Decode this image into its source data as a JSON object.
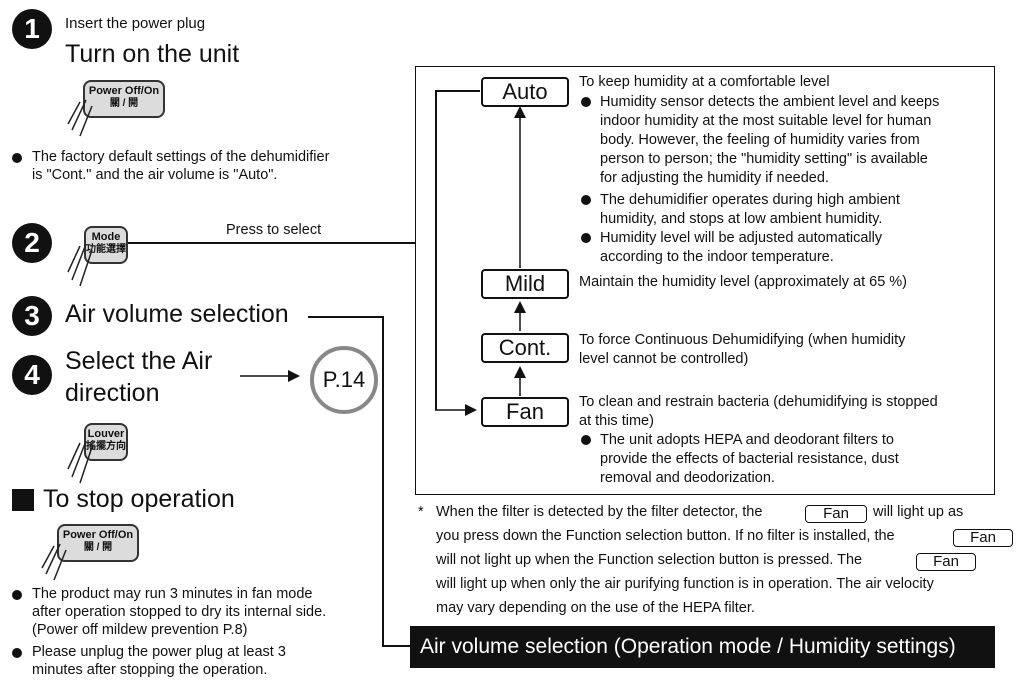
{
  "step1": {
    "num": "1",
    "small_text": "Insert the power plug",
    "title": "Turn on the unit",
    "button": {
      "line1": "Power Off/On",
      "line2": "關 / 開"
    },
    "bullet": [
      "The factory default settings of the dehumidifier",
      "is \"Cont.\" and the air volume is \"Auto\"."
    ]
  },
  "step2": {
    "num": "2",
    "button": {
      "line1": "Mode",
      "line2": "功能選擇"
    },
    "press_label": "Press to select"
  },
  "step3": {
    "num": "3",
    "title": "Air volume selection"
  },
  "step4": {
    "num": "4",
    "title_line1": "Select the Air",
    "title_line2": "direction",
    "page_ref": "P.14",
    "button": {
      "line1": "Louver",
      "line2": "搖擺方向"
    }
  },
  "stop": {
    "title": "To stop operation",
    "button": {
      "line1": "Power Off/On",
      "line2": "關 / 開"
    },
    "bullet1": [
      "The product may run 3 minutes in fan mode",
      "after operation stopped to dry its internal side.",
      "(Power off mildew prevention P.8)"
    ],
    "bullet2": [
      "Please unplug the power plug at least 3",
      "minutes after stopping the operation."
    ]
  },
  "modes": {
    "auto": {
      "label": "Auto",
      "intro": "To keep humidity at a comfortable level",
      "b1": [
        "Humidity sensor detects the ambient level and keeps",
        "indoor humidity at the most suitable level for human",
        "body. However, the feeling of humidity varies from",
        "person to person; the \"humidity setting\" is available",
        "for adjusting the humidity if needed."
      ],
      "b2": [
        "The dehumidifier operates during high ambient",
        "humidity, and stops at low ambient humidity."
      ],
      "b3": [
        "Humidity level will be adjusted automatically",
        "according to the indoor temperature."
      ]
    },
    "mild": {
      "label": "Mild",
      "desc": "Maintain the humidity level (approximately at 65 %)"
    },
    "cont": {
      "label": "Cont.",
      "desc": [
        "To force Continuous Dehumidifying (when humidity",
        "level cannot be controlled)"
      ]
    },
    "fan": {
      "label": "Fan",
      "desc": [
        "To clean and restrain bacteria (dehumidifying is stopped",
        "at this time)"
      ],
      "b1": [
        "The unit adopts HEPA and deodorant filters to",
        "provide the effects of bacterial resistance, dust",
        "removal and deodorization."
      ]
    }
  },
  "note": {
    "asterisk": "*",
    "l1a": "When the filter is detected by the filter detector, the",
    "l1b": "will light up as",
    "l2a": "you press down the Function selection button. If no filter is installed, the",
    "l3a": "will not light up when the Function selection button is pressed. The",
    "l4a": "will light up when only the air purifying function is in operation. The air velocity",
    "l5a": "may vary depending on the use of the HEPA filter.",
    "fan_label": "Fan"
  },
  "banner": "Air volume selection (Operation mode / Humidity settings)"
}
